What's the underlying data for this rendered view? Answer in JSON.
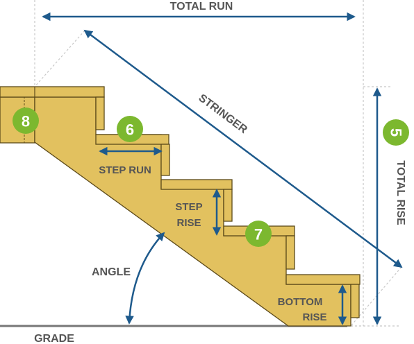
{
  "colors": {
    "wood_fill": "#e2c15f",
    "wood_stroke": "#5c4a1a",
    "arrow": "#1e5a8c",
    "badge": "#7cb82f",
    "label": "#555555",
    "guide": "#c8c8c8",
    "grade": "#777777"
  },
  "labels": {
    "total_run": "TOTAL RUN",
    "stringer": "STRINGER",
    "total_rise": "TOTAL RISE",
    "step_run": "STEP RUN",
    "step_rise_line1": "STEP",
    "step_rise_line2": "RISE",
    "angle": "ANGLE",
    "bottom_rise_line1": "BOTTOM",
    "bottom_rise_line2": "RISE",
    "grade": "GRADE"
  },
  "badges": {
    "total_rise": "5",
    "step_run": "6",
    "step_rise": "7",
    "deck_frame": "8"
  }
}
